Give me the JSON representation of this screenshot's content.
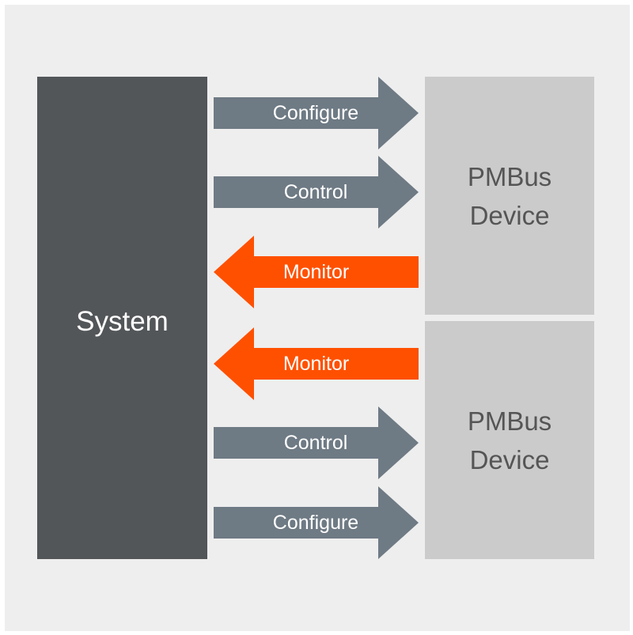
{
  "colors": {
    "background": "#eeeeee",
    "system": "#535659",
    "device": "#cbcbcb",
    "arrow_out": "#6e7a84",
    "arrow_in": "#ff5000"
  },
  "system": {
    "label": "System"
  },
  "devices": [
    {
      "line1": "PMBus",
      "line2": "Device"
    },
    {
      "line1": "PMBus",
      "line2": "Device"
    }
  ],
  "arrows": [
    {
      "label": "Configure",
      "direction": "right"
    },
    {
      "label": "Control",
      "direction": "right"
    },
    {
      "label": "Monitor",
      "direction": "left"
    },
    {
      "label": "Monitor",
      "direction": "left"
    },
    {
      "label": "Control",
      "direction": "right"
    },
    {
      "label": "Configure",
      "direction": "right"
    }
  ]
}
